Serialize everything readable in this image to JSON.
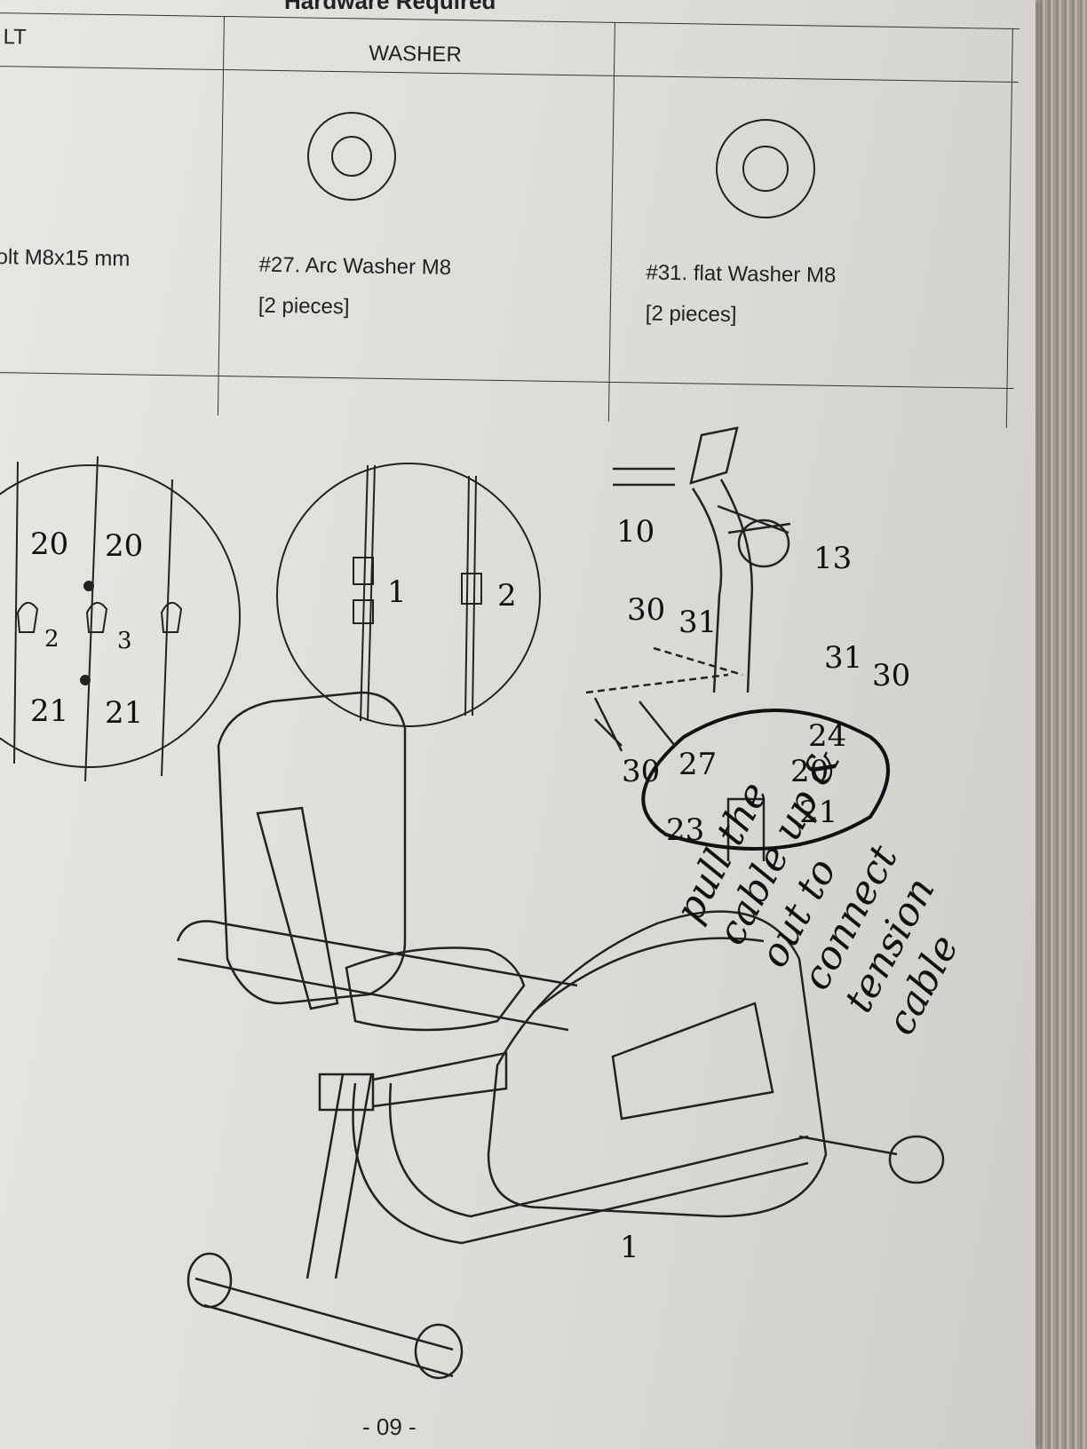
{
  "header": {
    "title": "Hardware Required"
  },
  "table": {
    "columns": [
      "LT",
      "WASHER",
      ""
    ],
    "cells": [
      {
        "label": "olt M8x15 mm",
        "qty": ""
      },
      {
        "label": "#27. Arc Washer M8",
        "qty": "[2 pieces]"
      },
      {
        "label": "#31. flat Washer M8",
        "qty": "[2 pieces]"
      }
    ]
  },
  "detail_left": {
    "labels": [
      "20",
      "20",
      "2",
      "3",
      "21",
      "21"
    ]
  },
  "detail_middle": {
    "labels": [
      "1",
      "2"
    ]
  },
  "part_labels": [
    "10",
    "13",
    "30",
    "31",
    "31",
    "30",
    "24",
    "30",
    "27",
    "20",
    "21",
    "23",
    "1"
  ],
  "handwritten_note": [
    "pull the",
    "cable up &",
    "out to",
    "connect",
    "tension",
    "cable"
  ],
  "page_number": "- 09 -"
}
